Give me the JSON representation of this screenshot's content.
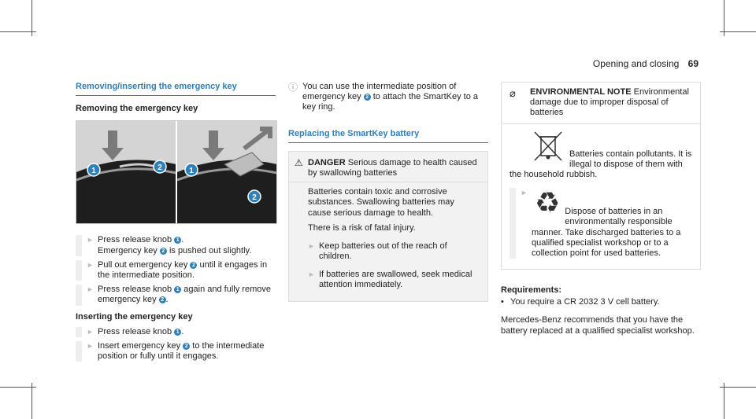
{
  "header": {
    "section": "Opening and closing",
    "page": "69"
  },
  "col1": {
    "title": "Removing/inserting the emergency key",
    "removing_title": "Removing the emergency key",
    "removing_steps": [
      {
        "a": "Press release knob",
        "n1": "1",
        "b": ".",
        "c": "Emergency key",
        "n2": "2",
        "d": "is pushed out slightly."
      },
      {
        "a": "Pull out emergency key",
        "n1": "2",
        "b": "until it engages in the intermediate position."
      },
      {
        "a": "Press release knob",
        "n1": "1",
        "b": "again and fully remove emergency key",
        "n2": "2",
        "c": "."
      }
    ],
    "inserting_title": "Inserting the emergency key",
    "inserting_steps": [
      {
        "a": "Press release knob",
        "n1": "1",
        "b": "."
      },
      {
        "a": "Insert emergency key",
        "n1": "2",
        "b": "to the intermediate position or fully until it engages."
      }
    ],
    "callouts": [
      "1",
      "2",
      "1",
      "2"
    ]
  },
  "col2": {
    "info_a": "You can use the intermediate position of emergency key",
    "info_n": "2",
    "info_b": "to attach the SmartKey to a key ring.",
    "title": "Replacing the SmartKey battery",
    "danger_label": "DANGER",
    "danger_head": "Serious damage to health caused by swallowing batteries",
    "danger_p1": "Batteries contain toxic and corrosive substances. Swallowing batteries may cause serious damage to health.",
    "danger_p2": "There is a risk of fatal injury.",
    "danger_steps": [
      "Keep batteries out of the reach of children.",
      "If batteries are swallowed, seek medical attention immediately."
    ]
  },
  "col3": {
    "env_label": "ENVIRONMENTAL NOTE",
    "env_head": "Environmental damage due to improper disposal of batteries",
    "env_p1": "Batteries contain pollutants. It is illegal to dispose of them with the household rubbish.",
    "env_step": "Dispose of batteries in an environmentally responsible manner. Take discharged batteries to a qualified specialist workshop or to a collection point for used batteries.",
    "req_title": "Requirements:",
    "req_item": "You require a CR 2032 3 V cell battery.",
    "final_p": "Mercedes-Benz recommends that you have the battery replaced at a qualified specialist workshop."
  },
  "colors": {
    "accent": "#2f7fb8",
    "illus_bg": "#d4d4d4"
  }
}
